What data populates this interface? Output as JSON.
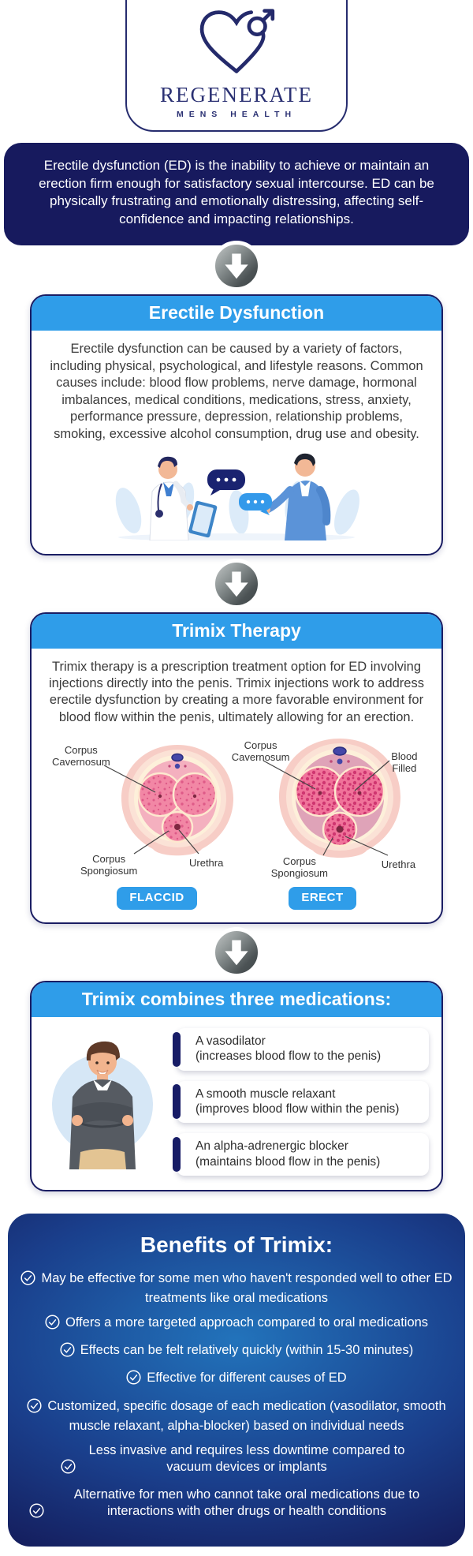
{
  "logo": {
    "brand": "REGENERATE",
    "tagline": "MENS HEALTH"
  },
  "intro": {
    "text": "Erectile dysfunction (ED) is the inability to achieve or maintain an erection firm enough for satisfactory sexual intercourse. ED can be physically frustrating and emotionally distressing, affecting self-confidence and impacting relationships."
  },
  "ed_card": {
    "title": "Erectile Dysfunction",
    "body": "Erectile dysfunction can be caused by a variety of factors, including physical, psychological, and lifestyle reasons. Common causes include: blood flow problems, nerve damage, hormonal imbalances, medical conditions, medications, stress, anxiety, performance pressure, depression, relationship problems, smoking, excessive alcohol consumption, drug use and obesity."
  },
  "trimix_card": {
    "title": "Trimix Therapy",
    "body": "Trimix therapy is a prescription treatment option for ED involving injections directly into the penis. Trimix injections work to address erectile dysfunction by creating a more favorable environment for blood flow within the penis, ultimately allowing for an erection.",
    "flaccid": {
      "corpus_cavernosum": "Corpus\nCavernosum",
      "corpus_spongiosum": "Corpus\nSpongiosum",
      "urethra": "Urethra",
      "badge": "FLACCID"
    },
    "erect": {
      "corpus_cavernosum": "Corpus\nCavernosum",
      "blood_filled": "Blood Filled",
      "corpus_spongiosum": "Corpus\nSpongiosum",
      "urethra": "Urethra",
      "badge": "ERECT"
    }
  },
  "combo_card": {
    "title": "Trimix combines three medications:",
    "medications": [
      {
        "name": "A vasodilator",
        "detail": "(increases blood flow to the penis)"
      },
      {
        "name": "A smooth muscle relaxant",
        "detail": "(improves blood flow within the penis)"
      },
      {
        "name": "An alpha-adrenergic blocker",
        "detail": "(maintains blood flow in the penis)"
      }
    ]
  },
  "benefits": {
    "title": "Benefits of Trimix:",
    "items": [
      "May be effective for some men who haven't responded well to other ED treatments like oral medications",
      "Offers a more targeted approach compared to oral medications",
      "Effects can be felt relatively quickly (within 15-30 minutes)",
      "Effective for different causes of ED",
      "Customized, specific dosage of each medication (vasodilator, smooth muscle relaxant, alpha-blocker) based on individual needs",
      "Less invasive and requires less downtime compared to vacuum devices or implants",
      "Alternative for men who cannot take oral medications due to interactions with other drugs or health conditions"
    ]
  },
  "colors": {
    "navy": "#171a5e",
    "header_blue": "#2f9de9",
    "pink_outer": "#f7cdc6",
    "pink_tissue": "#f287a5"
  }
}
